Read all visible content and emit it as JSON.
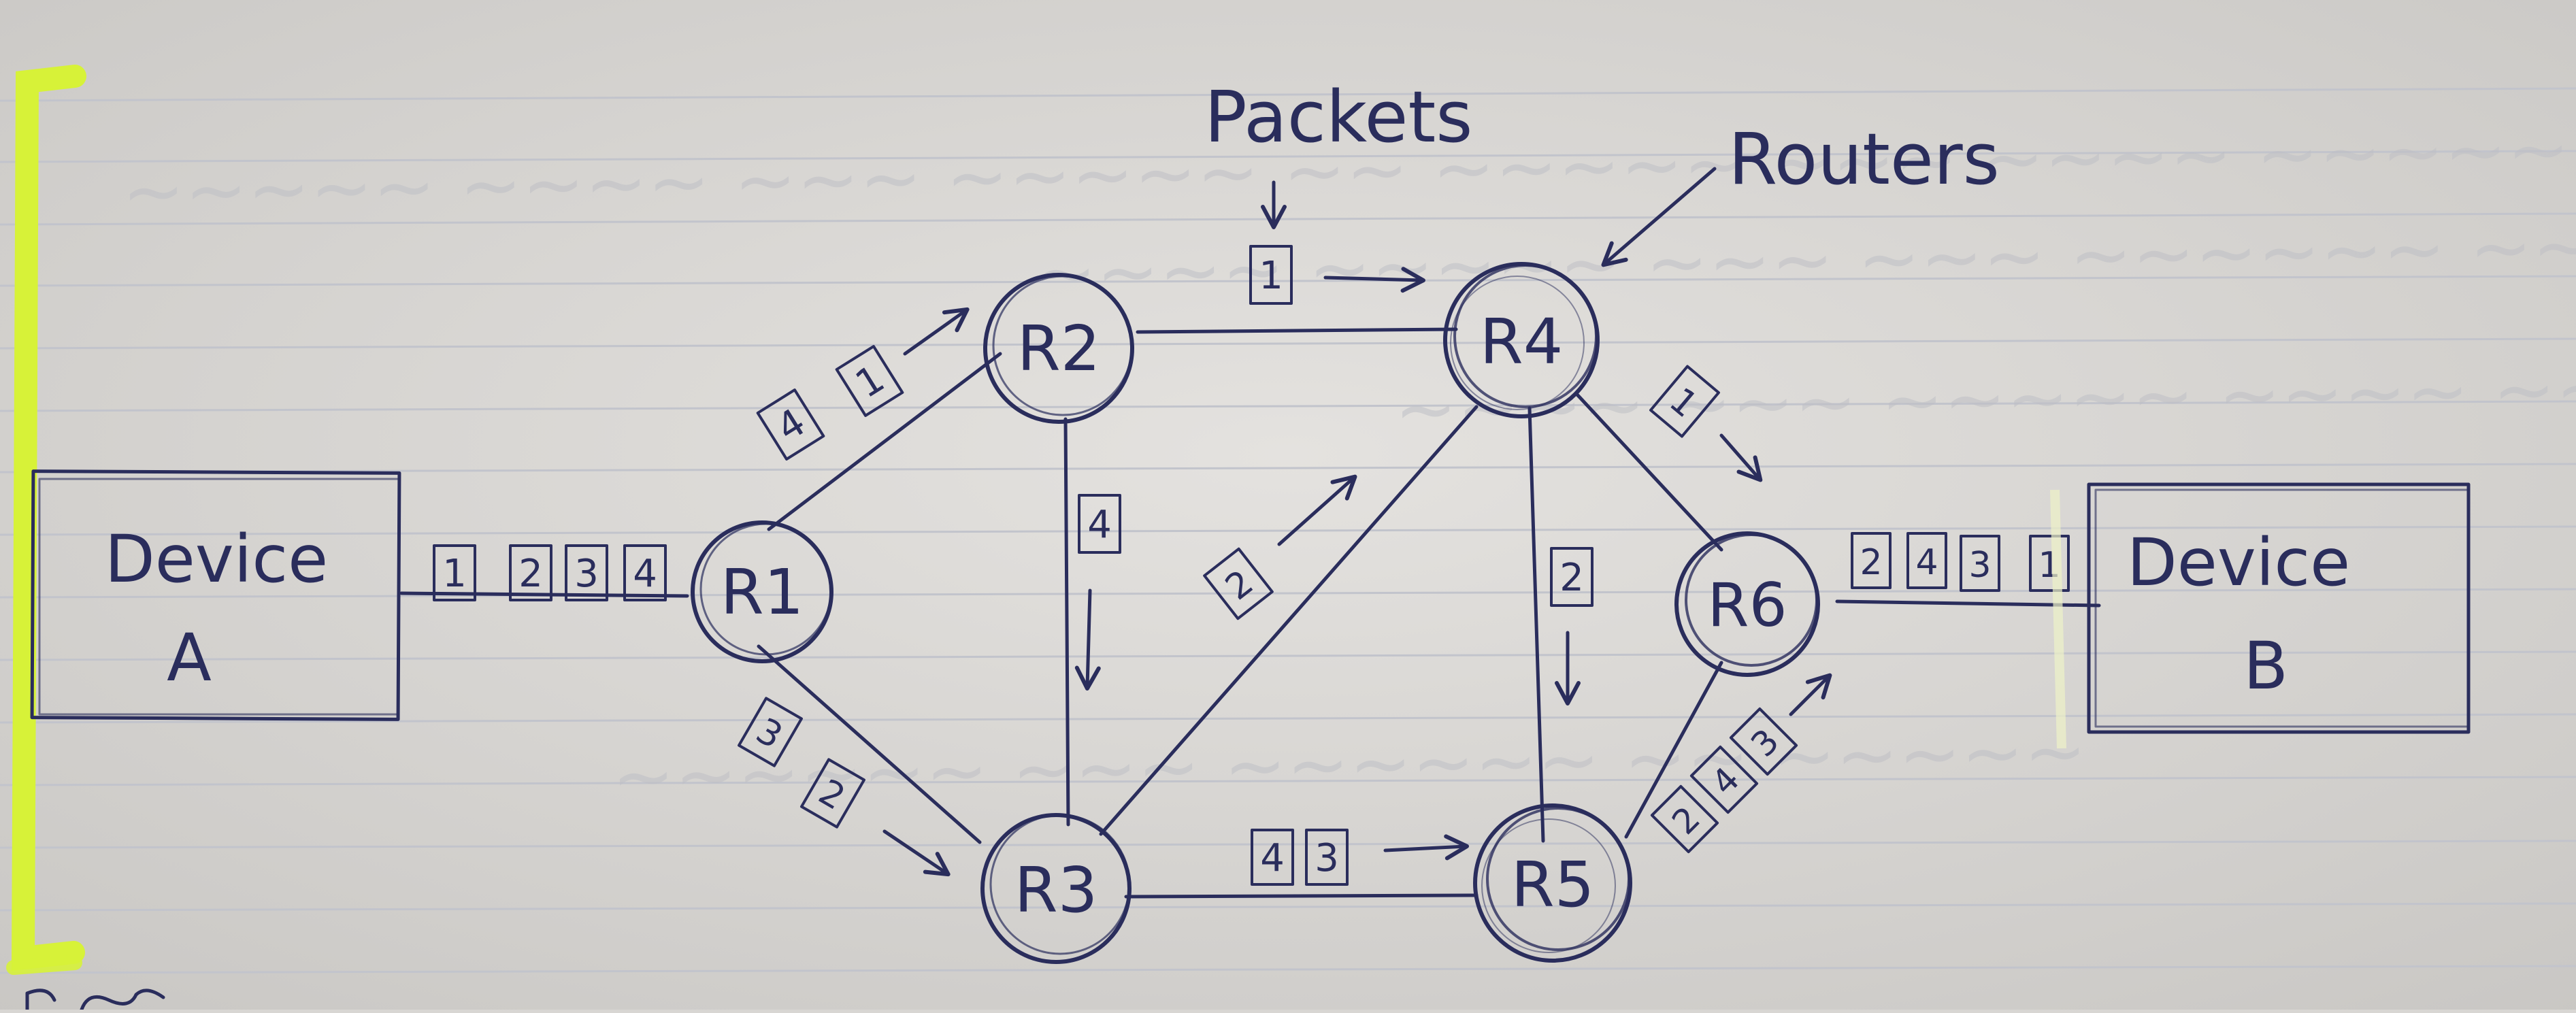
{
  "annotations": {
    "packets": "Packets",
    "routers": "Routers"
  },
  "devices": {
    "a_line1": "Device",
    "a_line2": "A",
    "b_line1": "Device",
    "b_line2": "B"
  },
  "routers": {
    "r1": "R1",
    "r2": "R2",
    "r3": "R3",
    "r4": "R4",
    "r5": "R5",
    "r6": "R6"
  },
  "packets": {
    "queue_a": [
      "1",
      "2",
      "3",
      "4"
    ],
    "r1_r2": [
      "4",
      "1"
    ],
    "r2_r4": [
      "1"
    ],
    "r1_r3": [
      "3",
      "2"
    ],
    "r2_r3": [
      "4"
    ],
    "r3_r4": [
      "2"
    ],
    "r3_r5": [
      "4",
      "3"
    ],
    "r4_r5": [
      "2"
    ],
    "r4_r6": [
      "1"
    ],
    "r5_r6": [
      "2",
      "4",
      "3"
    ],
    "queue_b": [
      "2",
      "4",
      "3",
      "1"
    ]
  },
  "colors": {
    "ink": "#2a2d5c",
    "paper": "#d8d6d3",
    "highlighter": "#d7f238",
    "rule": "#c2c4cc"
  }
}
